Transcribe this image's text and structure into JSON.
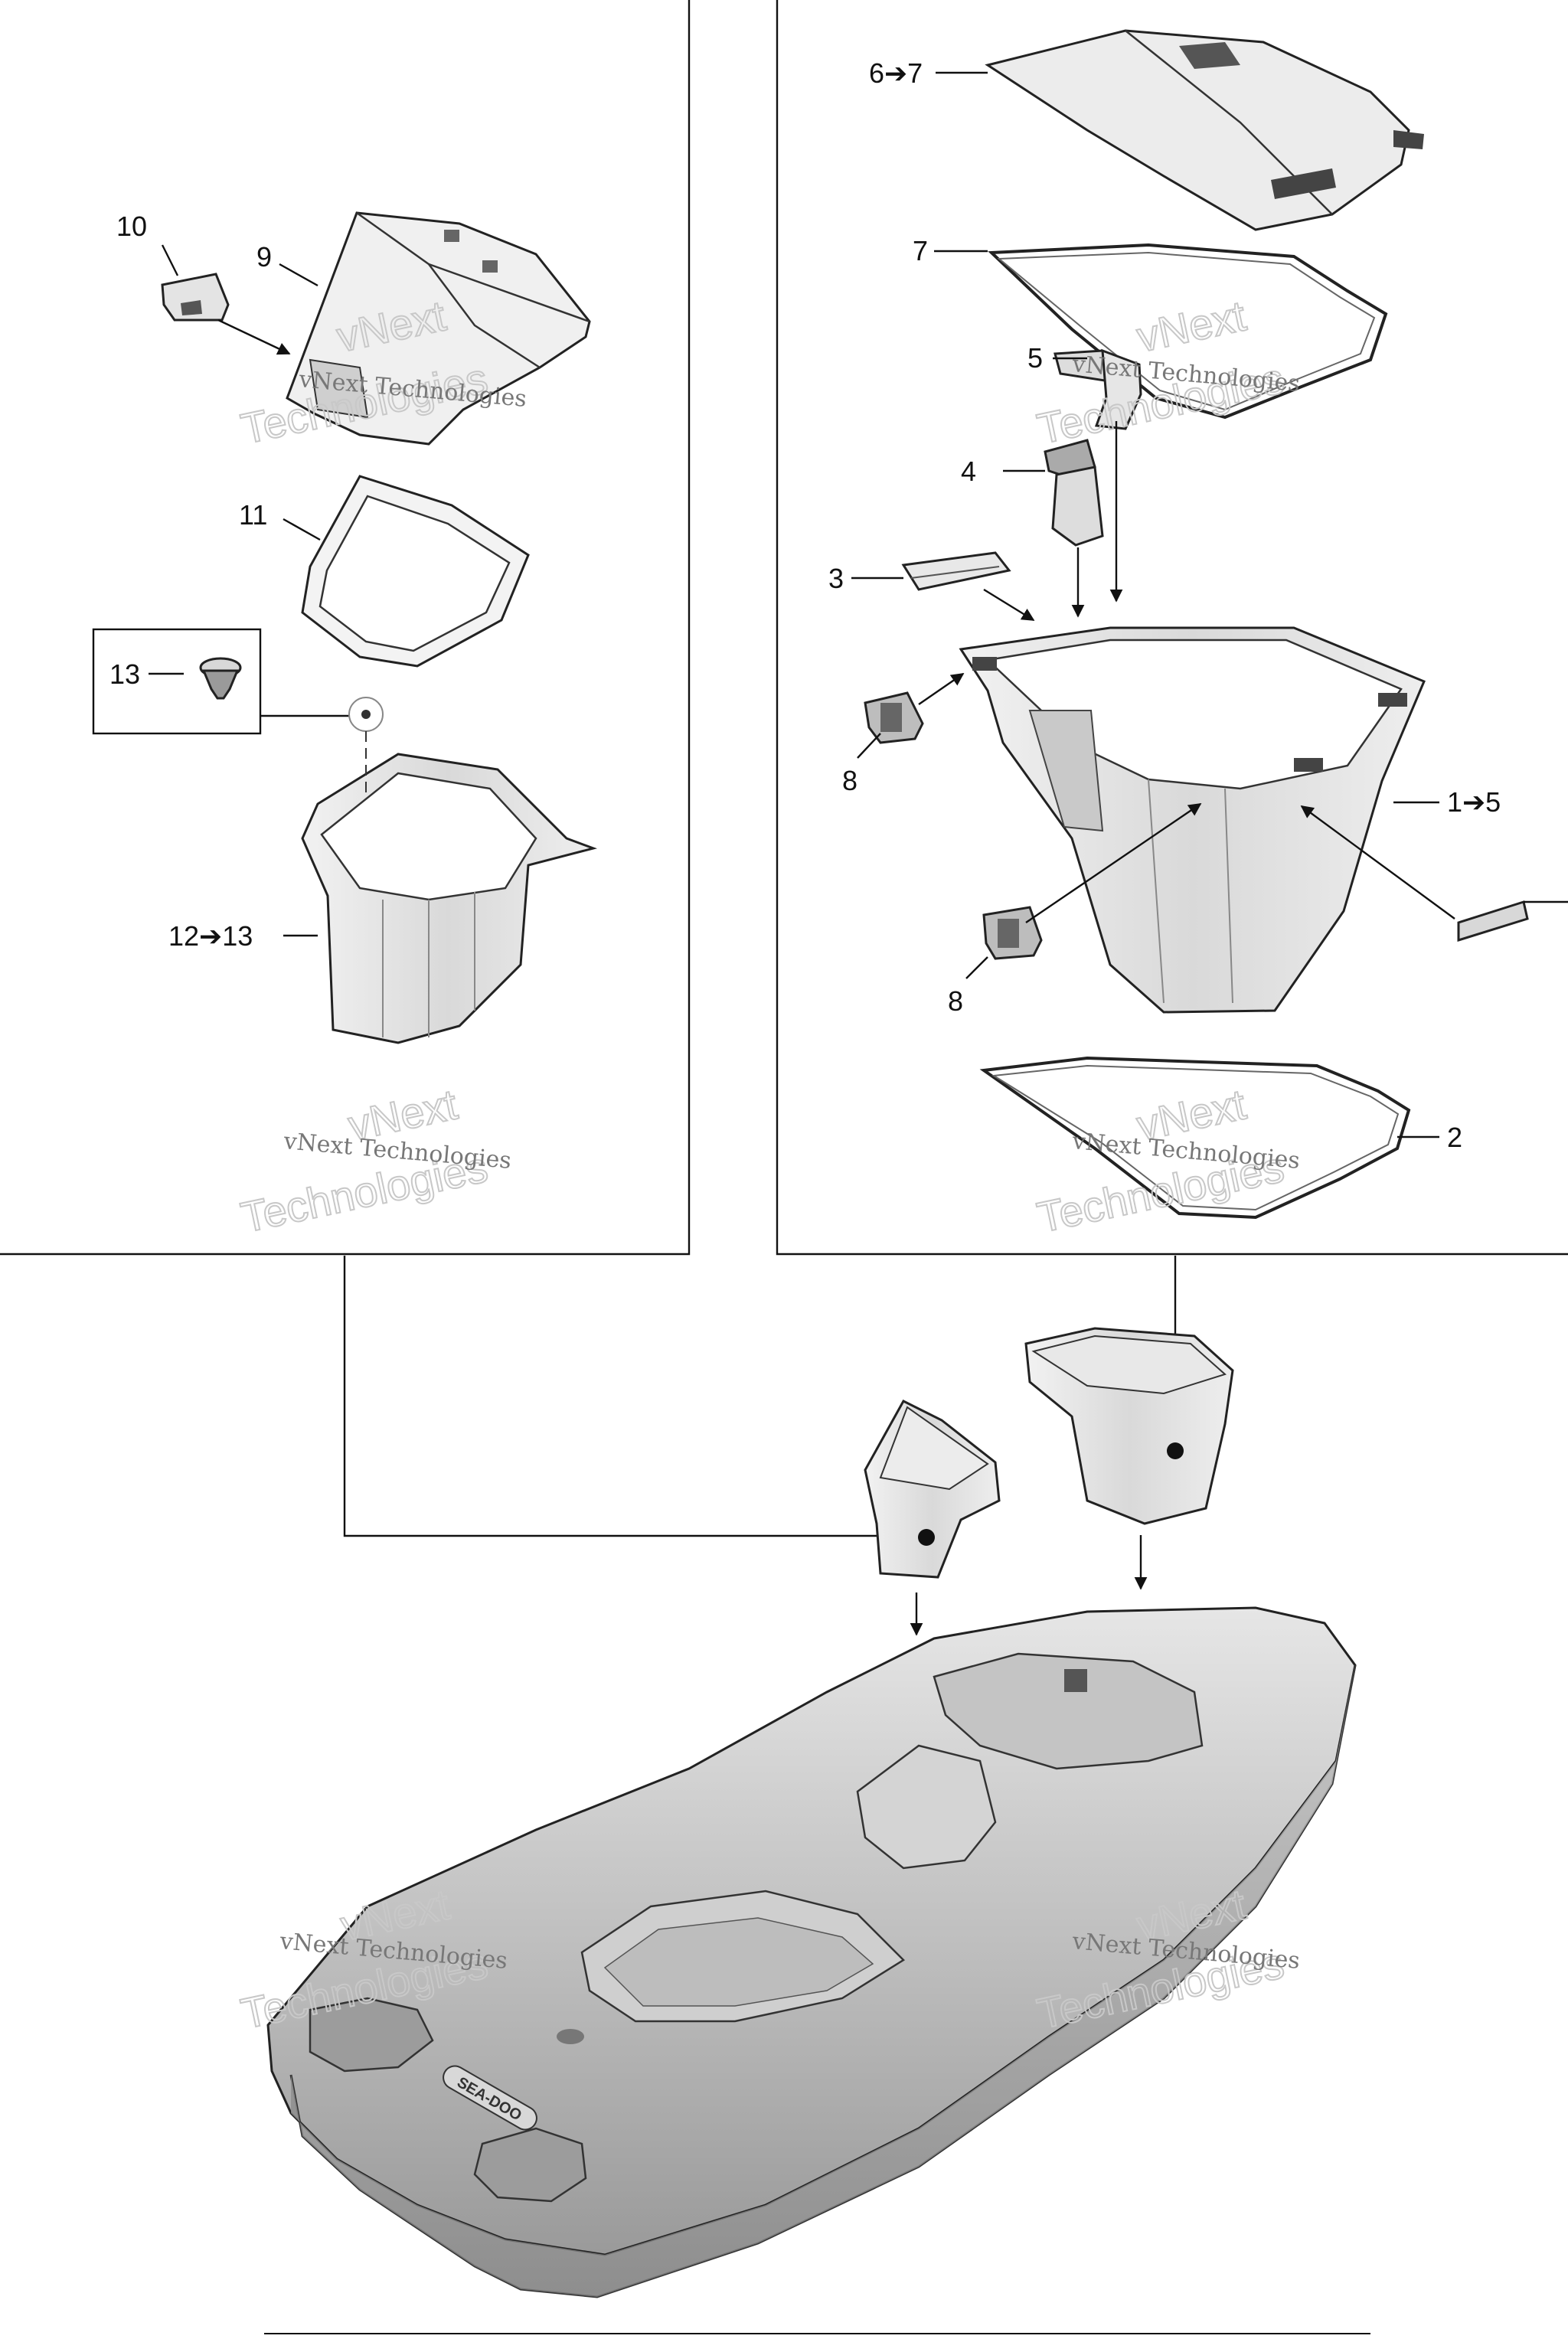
{
  "callouts": {
    "c1": "1➔5",
    "c2": "2",
    "c3": "3",
    "c4": "4",
    "c5": "5",
    "c67": "6➔7",
    "c7": "7",
    "c8a": "8",
    "c8b": "8",
    "c9": "9",
    "c10": "10",
    "c11": "11",
    "c1213": "12➔13",
    "c13": "13"
  },
  "watermarks": {
    "brand": "vNext Technologies",
    "word1": "vNext",
    "word2": "Technologies"
  }
}
